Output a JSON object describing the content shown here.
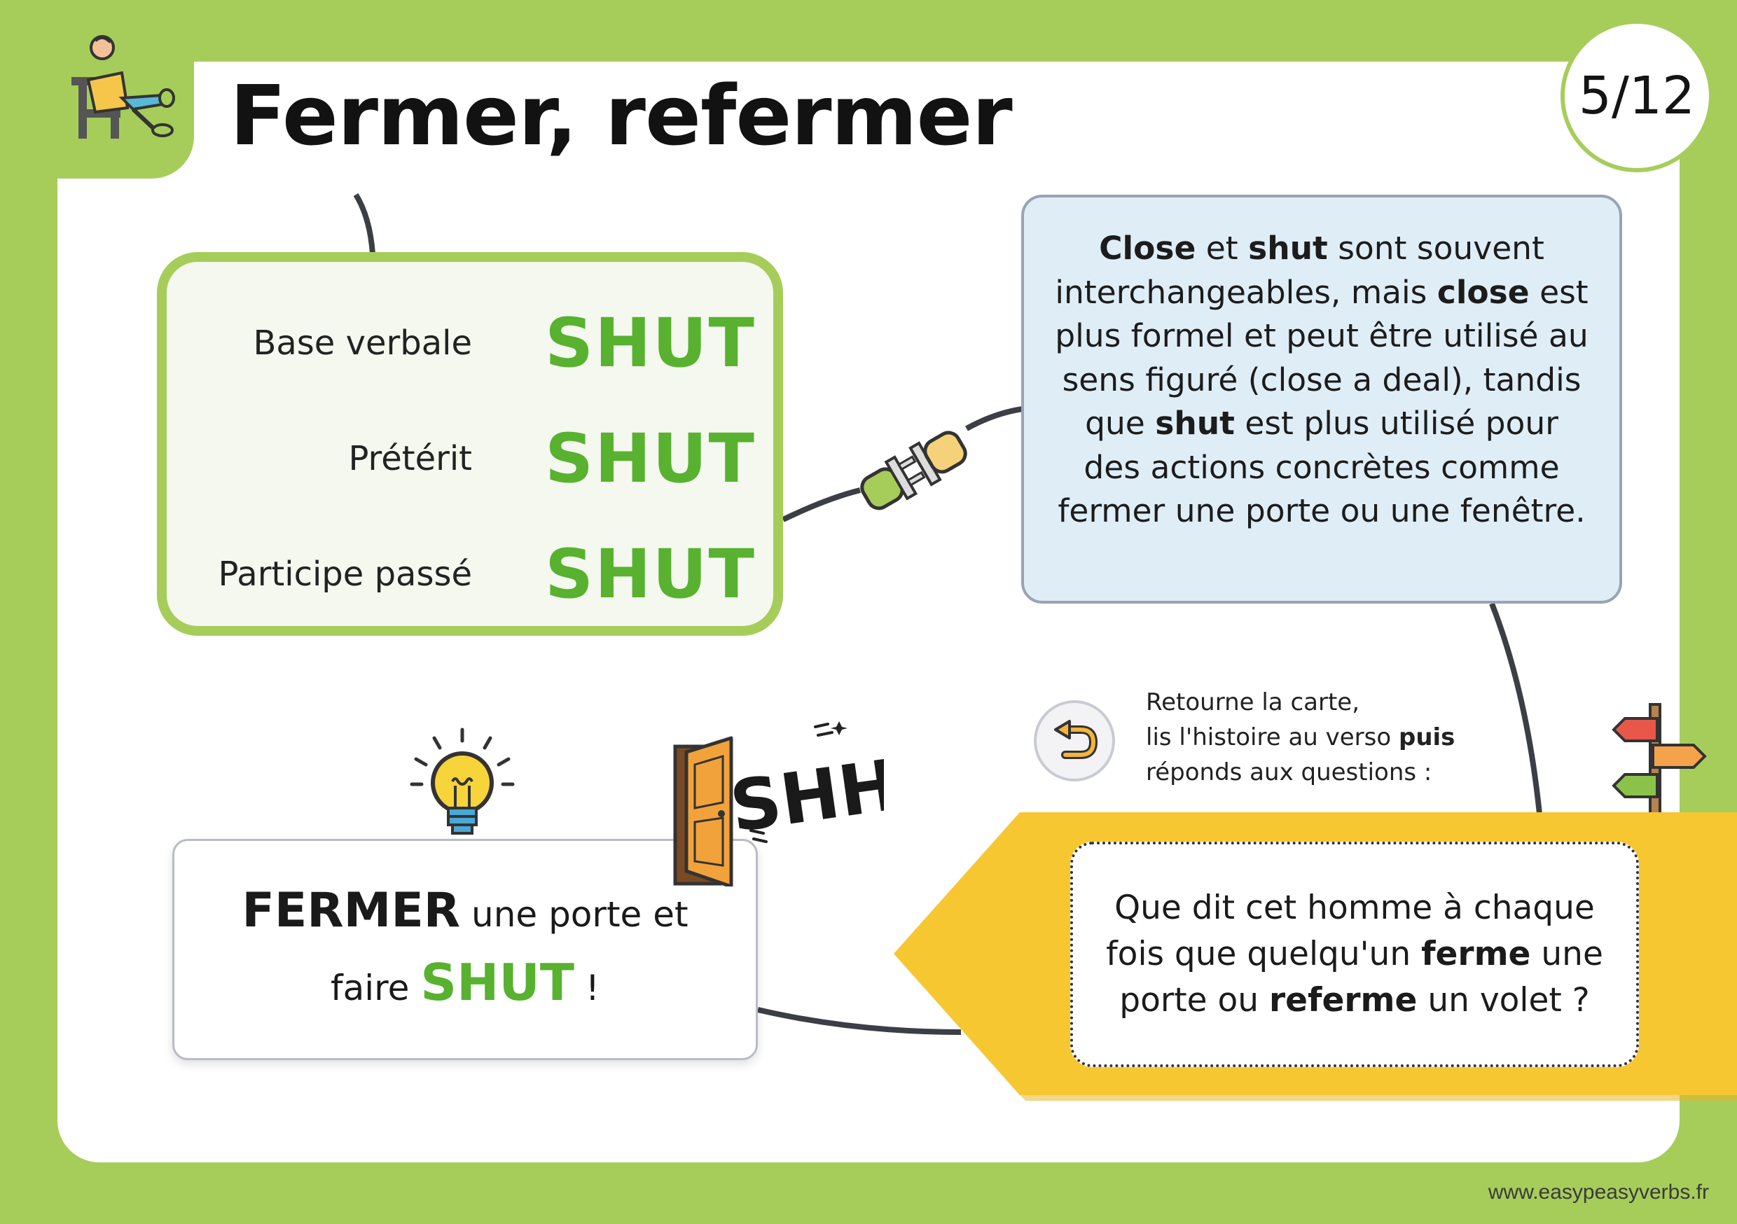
{
  "header": {
    "title": "Fermer, refermer",
    "page_counter": "5/12",
    "logo_icon": "person-relaxing-icon"
  },
  "conjugation": {
    "rows": [
      {
        "label": "Base verbale",
        "value": "SHUT"
      },
      {
        "label": "Prétérit",
        "value": "SHUT"
      },
      {
        "label": "Participe passé",
        "value": "SHUT"
      }
    ]
  },
  "info": {
    "segments": [
      {
        "text": "Close",
        "bold": true
      },
      {
        "text": " et ",
        "bold": false
      },
      {
        "text": "shut",
        "bold": true
      },
      {
        "text": " sont souvent interchangeables, mais ",
        "bold": false
      },
      {
        "text": "close",
        "bold": true
      },
      {
        "text": " est plus formel et peut être utilisé au sens figuré (close a deal), tandis que ",
        "bold": false
      },
      {
        "text": "shut",
        "bold": true
      },
      {
        "text": " est plus utilisé pour des actions concrètes comme fermer une porte ou une fenêtre.",
        "bold": false
      }
    ]
  },
  "instruction": {
    "line1": "Retourne la carte,",
    "line2_pre": "lis l'histoire au verso ",
    "line2_bold": "puis",
    "line3": "réponds aux questions :"
  },
  "question": {
    "segments": [
      {
        "text": "Que dit cet homme à chaque fois que quelqu'un ",
        "bold": false
      },
      {
        "text": "ferme",
        "bold": true
      },
      {
        "text": " une porte ou ",
        "bold": false
      },
      {
        "text": "referme",
        "bold": true
      },
      {
        "text": " un volet ?",
        "bold": false
      }
    ]
  },
  "example": {
    "strong": "FERMER",
    "line1_rest": " une porte et",
    "line2_pre": "faire ",
    "green": "SHUT",
    "line2_post": " !"
  },
  "sticker": {
    "text": "SHH!"
  },
  "footer": {
    "url": "www.easypeasyverbs.fr"
  },
  "colors": {
    "background": "#a6cd5a",
    "accent_green": "#58b12f",
    "info_blue": "#dfedf7",
    "ribbon_yellow": "#f7c732"
  }
}
